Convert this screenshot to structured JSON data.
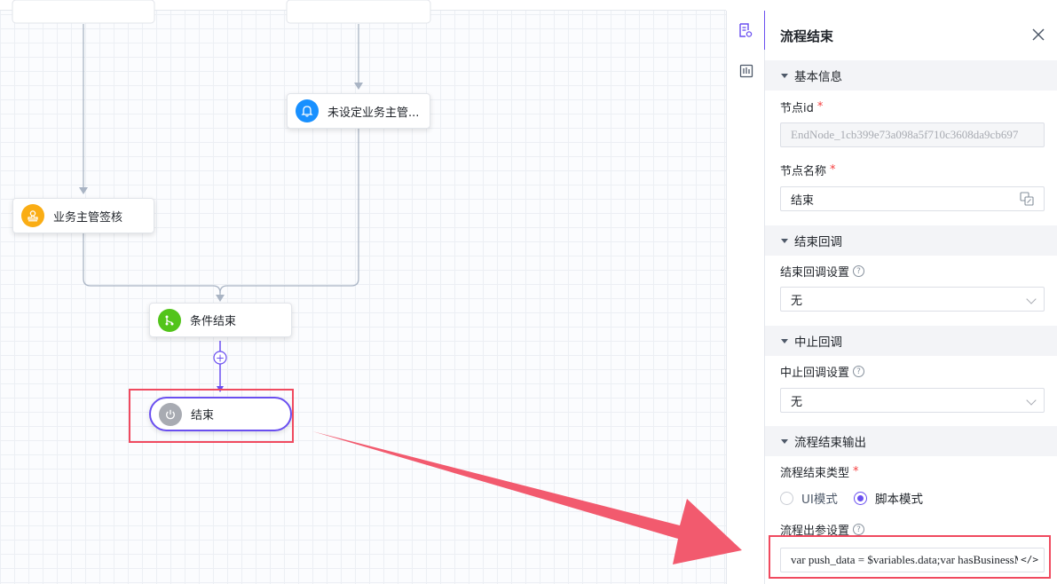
{
  "canvas": {
    "nodes": {
      "notify": {
        "label": "未设定业务主管...",
        "icon": "bell-icon",
        "color": "#1890ff"
      },
      "approve": {
        "label": "业务主管签核",
        "icon": "stamp-icon",
        "color": "#faad14"
      },
      "condition_end": {
        "label": "条件结束",
        "icon": "branch-icon",
        "color": "#52c41a"
      },
      "end": {
        "label": "结束",
        "icon": "power-icon",
        "color": "#a8abb2"
      }
    },
    "add_symbol": "+",
    "accent": "#6a4ff0",
    "highlight": "#f04a5f"
  },
  "panel": {
    "title": "流程结束",
    "sections": {
      "basic": "基本信息",
      "end_callback": "结束回调",
      "abort_callback": "中止回调",
      "output": "流程结束输出"
    },
    "fields": {
      "node_id_label": "节点id",
      "node_id_value": "EndNode_1cb399e73a098a5f710c3608da9cb697",
      "node_name_label": "节点名称",
      "node_name_value": "结束",
      "end_callback_label": "结束回调设置",
      "end_callback_value": "无",
      "abort_callback_label": "中止回调设置",
      "abort_callback_value": "无",
      "end_type_label": "流程结束类型",
      "end_type_options": [
        "UI模式",
        "脚本模式"
      ],
      "end_type_selected": "脚本模式",
      "output_label": "流程出参设置",
      "output_value": "var push_data = $variables.data;var hasBusinessM"
    },
    "required_mark": "*",
    "help_mark": "?",
    "code_icon": "</>"
  }
}
